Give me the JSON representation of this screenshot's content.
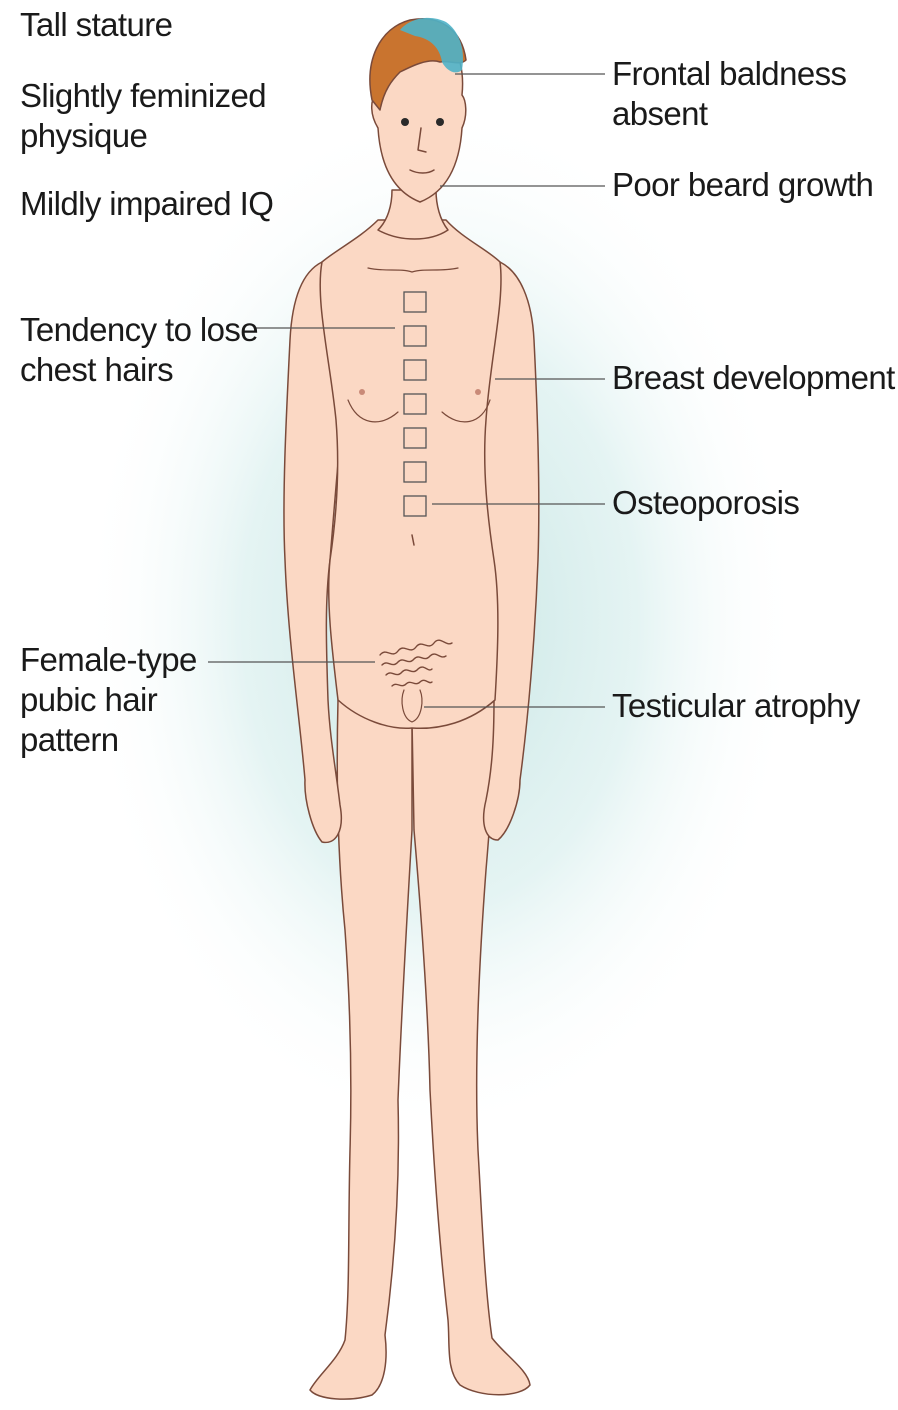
{
  "colors": {
    "skin": "#fbd8c4",
    "skin_outline": "#7a4a3a",
    "hair": "#c9742f",
    "bald_patch": "#4fb3c8",
    "halo": "#d4ecec",
    "leader_line": "#555555",
    "text": "#1a1a1a"
  },
  "left_labels": {
    "tall_stature": [
      "Tall stature"
    ],
    "feminized_physique": [
      "Slightly feminized",
      "physique"
    ],
    "impaired_iq": [
      "Mildly impaired IQ"
    ],
    "chest_hairs": [
      "Tendency to lose",
      "chest hairs"
    ],
    "pubic_hair": [
      "Female-type",
      "pubic hair",
      "pattern"
    ]
  },
  "right_labels": {
    "frontal_baldness": [
      "Frontal baldness",
      "absent"
    ],
    "beard_growth": [
      "Poor beard growth"
    ],
    "breast_development": [
      "Breast development"
    ],
    "osteoporosis": [
      "Osteoporosis"
    ],
    "testicular_atrophy": [
      "Testicular atrophy"
    ]
  },
  "icons": {
    "figure": "human-figure-icon",
    "vertebrae": "vertebra-icon"
  }
}
